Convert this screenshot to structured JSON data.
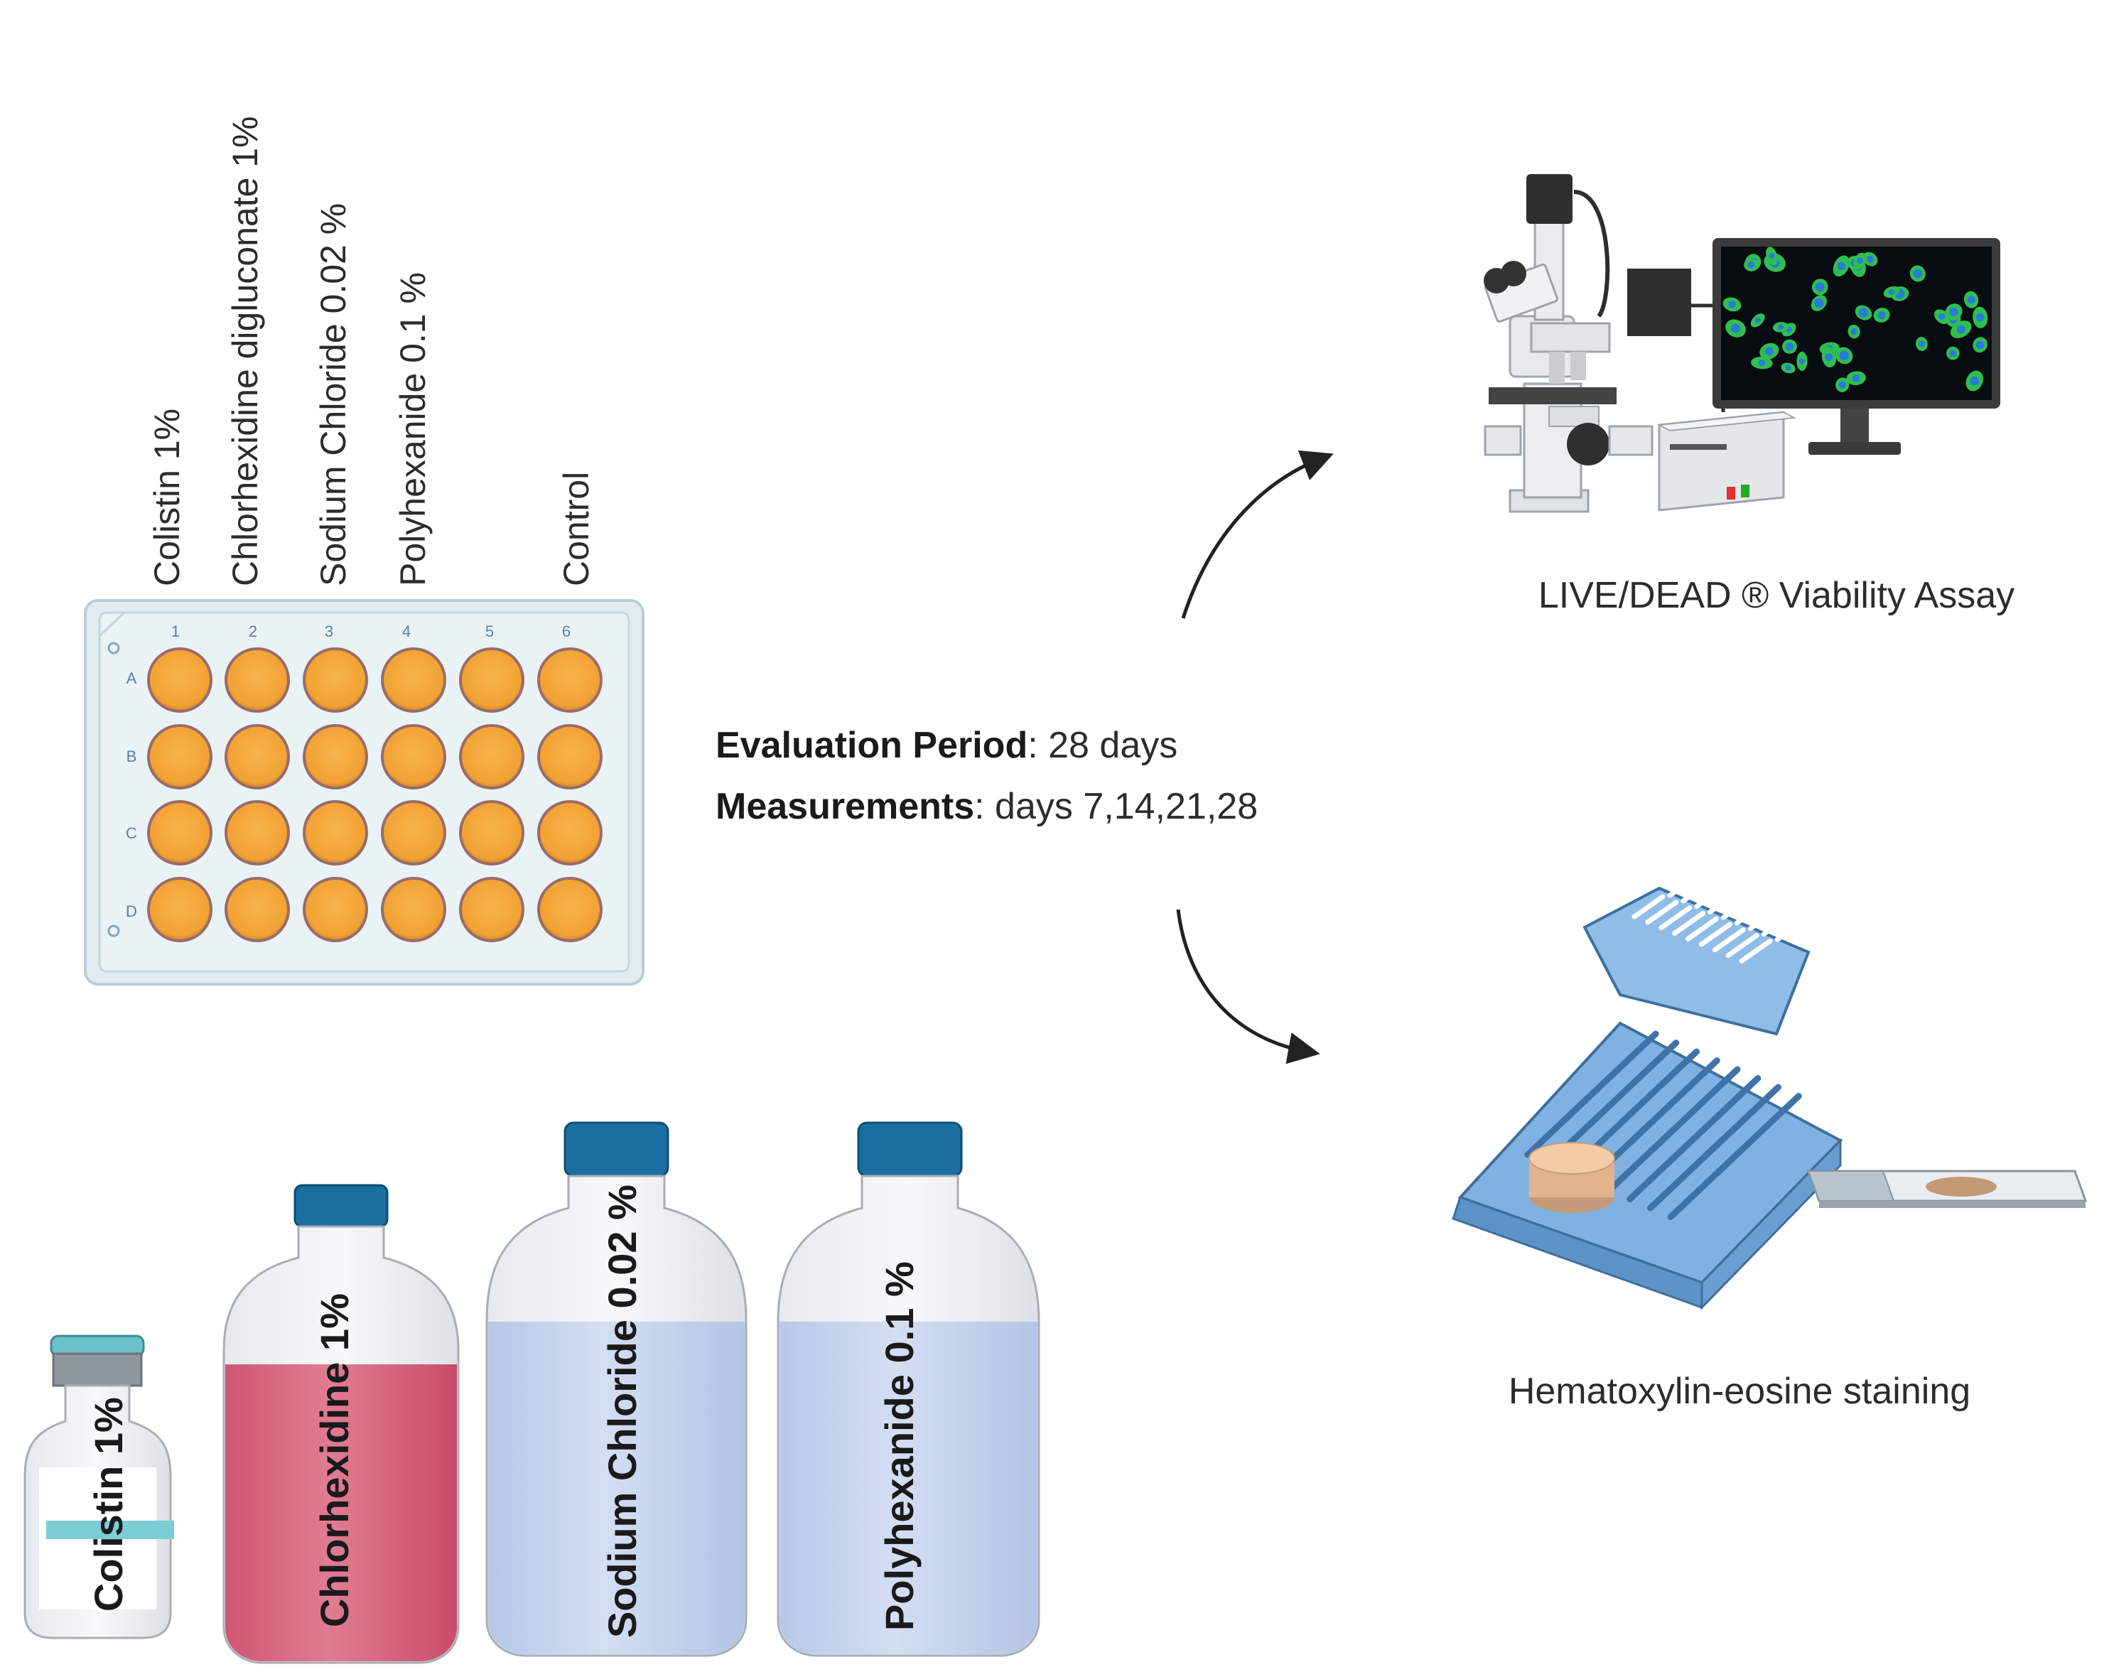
{
  "column_labels": [
    "Colistin 1%",
    "Chlorhexidine digluconate 1%",
    "Sodium Chloride 0.02 %",
    "Polyhexanide 0.1 %",
    "Control"
  ],
  "plate": {
    "column_numbers": [
      "1",
      "2",
      "3",
      "4",
      "5",
      "6"
    ],
    "row_letters": [
      "A",
      "B",
      "C",
      "D"
    ],
    "well_color": "#f5a93c",
    "plate_color": "#e3eef2"
  },
  "evaluation": {
    "period_label": "Evaluation Period",
    "period_value": ": 28 days",
    "measurements_label": "Measurements",
    "measurements_value": ": days 7,14,21,28"
  },
  "outputs": {
    "live_dead": "LIVE/DEAD ® Viability Assay",
    "he_staining": "Hematoxylin-eosine staining"
  },
  "bottles": {
    "colistin": "Colistin 1%",
    "chlorhexidine": "Chlorhexidine 1%",
    "sodium_chloride": "Sodium Chloride 0.02 %",
    "polyhexanide": "Polyhexanide 0.1 %"
  },
  "colors": {
    "cap": "#1a6fa0",
    "chlorhexidine_liquid": "#d4607a",
    "saline_liquid": "#c3d3ee",
    "cassette": "#7fb2e3"
  },
  "icons": [
    "arrow-up-right-icon",
    "arrow-down-right-icon",
    "microscope-icon",
    "monitor-icon",
    "tissue-cassette-icon",
    "glass-slide-icon"
  ]
}
